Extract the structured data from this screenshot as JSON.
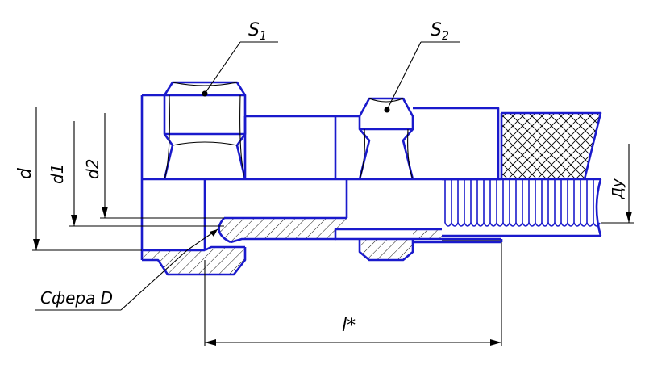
{
  "labels": {
    "s1": "S",
    "s1_sub": "1",
    "s2": "S",
    "s2_sub": "2",
    "d": "d",
    "d1": "d1",
    "d2": "d2",
    "du": "Ду",
    "sphere": "Сфера D",
    "length": "l*"
  },
  "colors": {
    "outline": "#1a1acc",
    "dimension": "#000000",
    "background": "#ffffff"
  }
}
